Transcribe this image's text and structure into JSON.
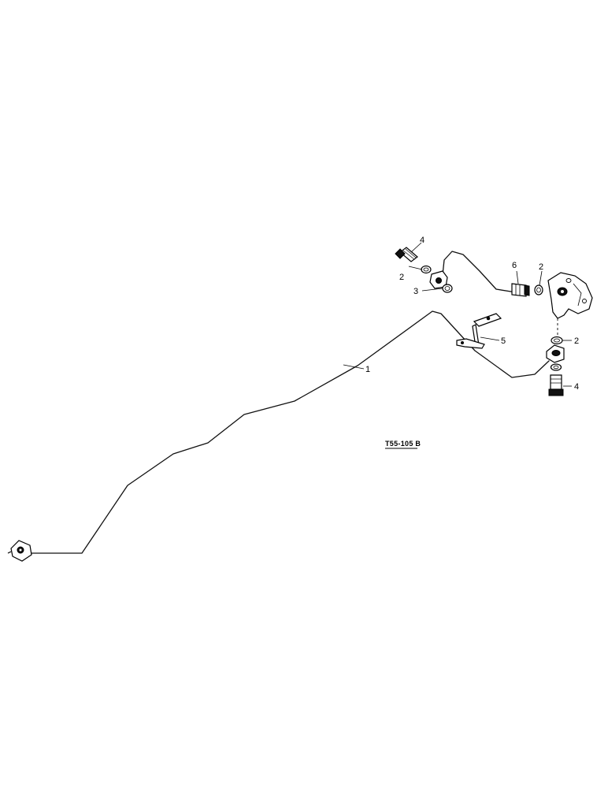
{
  "figure_ref": "T55-105 B",
  "callouts": [
    {
      "id": "c1",
      "text": "1"
    },
    {
      "id": "c2a",
      "text": "2"
    },
    {
      "id": "c2b",
      "text": "2"
    },
    {
      "id": "c2c",
      "text": "2"
    },
    {
      "id": "c3",
      "text": "3"
    },
    {
      "id": "c4a",
      "text": "4"
    },
    {
      "id": "c4b",
      "text": "4"
    },
    {
      "id": "c5",
      "text": "5"
    },
    {
      "id": "c6",
      "text": "6"
    }
  ]
}
